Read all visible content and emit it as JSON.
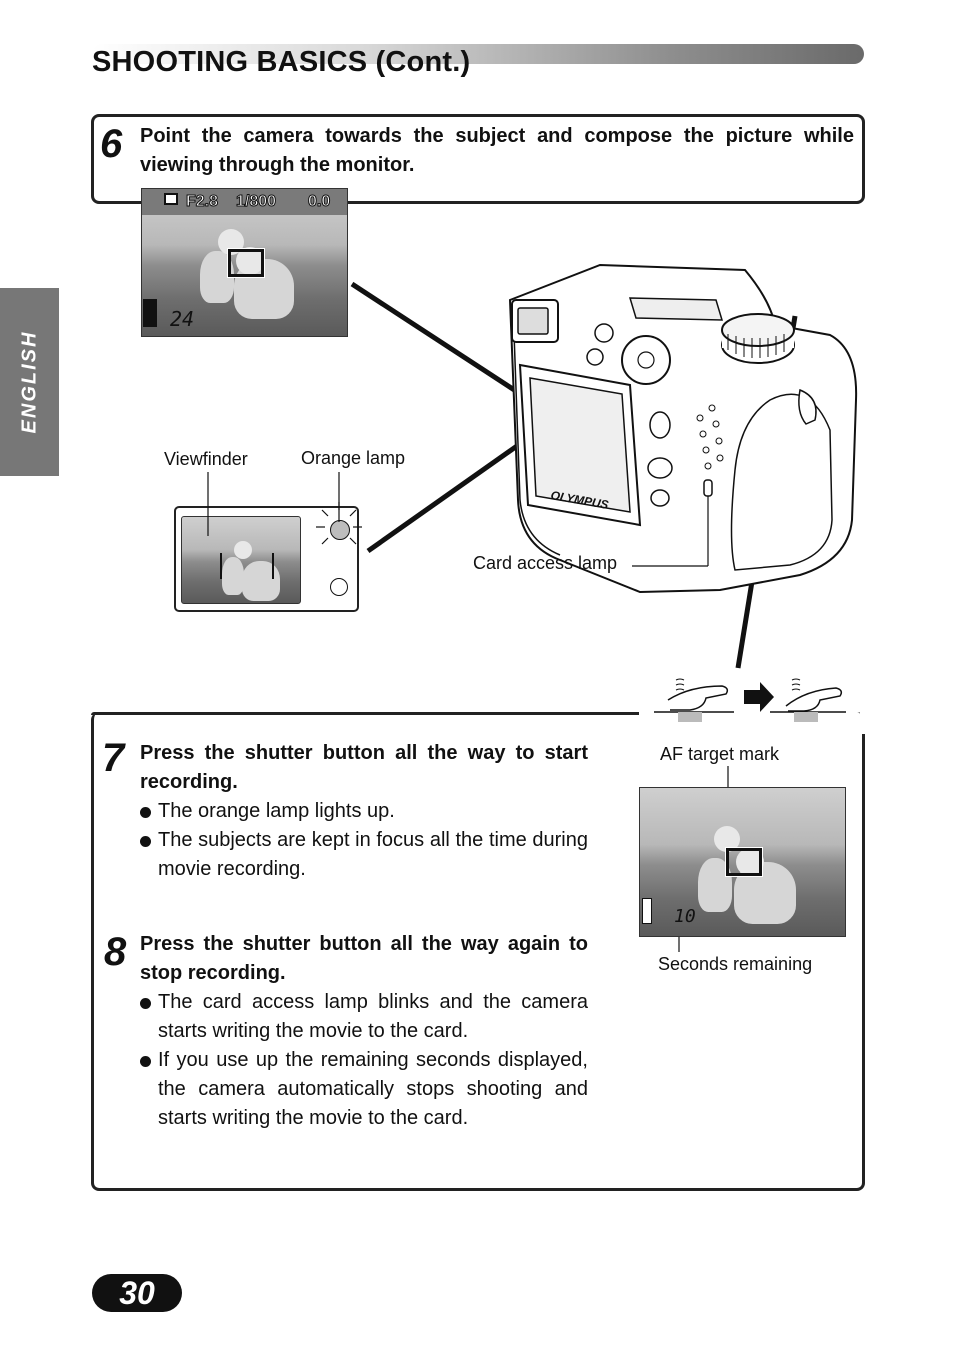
{
  "header": {
    "title": "SHOOTING BASICS (Cont.)"
  },
  "side_tab": {
    "label": "ENGLISH"
  },
  "step6": {
    "number": "6",
    "text": "Point the camera towards the subject and compose the picture while viewing through the monitor."
  },
  "monitor_display": {
    "aperture": "F2.8",
    "shutter": "1/800",
    "exposure": "0.0",
    "seconds": "24"
  },
  "viewfinder_labels": {
    "viewfinder": "Viewfinder",
    "orange_lamp": "Orange lamp",
    "card_access_lamp": "Card access lamp"
  },
  "camera_brand": "OLYMPUS",
  "step7": {
    "number": "7",
    "heading": "Press the shutter button all the way to start recording.",
    "bullets": [
      "The orange lamp lights up.",
      "The subjects are kept in focus all the time during movie recording."
    ]
  },
  "step8": {
    "number": "8",
    "heading": "Press the shutter button all the way again to stop recording.",
    "bullets": [
      "The card access lamp blinks and the camera starts writing the movie to the card.",
      "If you use up the remaining seconds displayed, the camera automatically stops shooting and starts writing the movie to the card."
    ]
  },
  "recording_display": {
    "af_label": "AF target mark",
    "seconds_label": "Seconds remaining",
    "seconds": "10"
  },
  "footer": {
    "page_number": "30"
  }
}
